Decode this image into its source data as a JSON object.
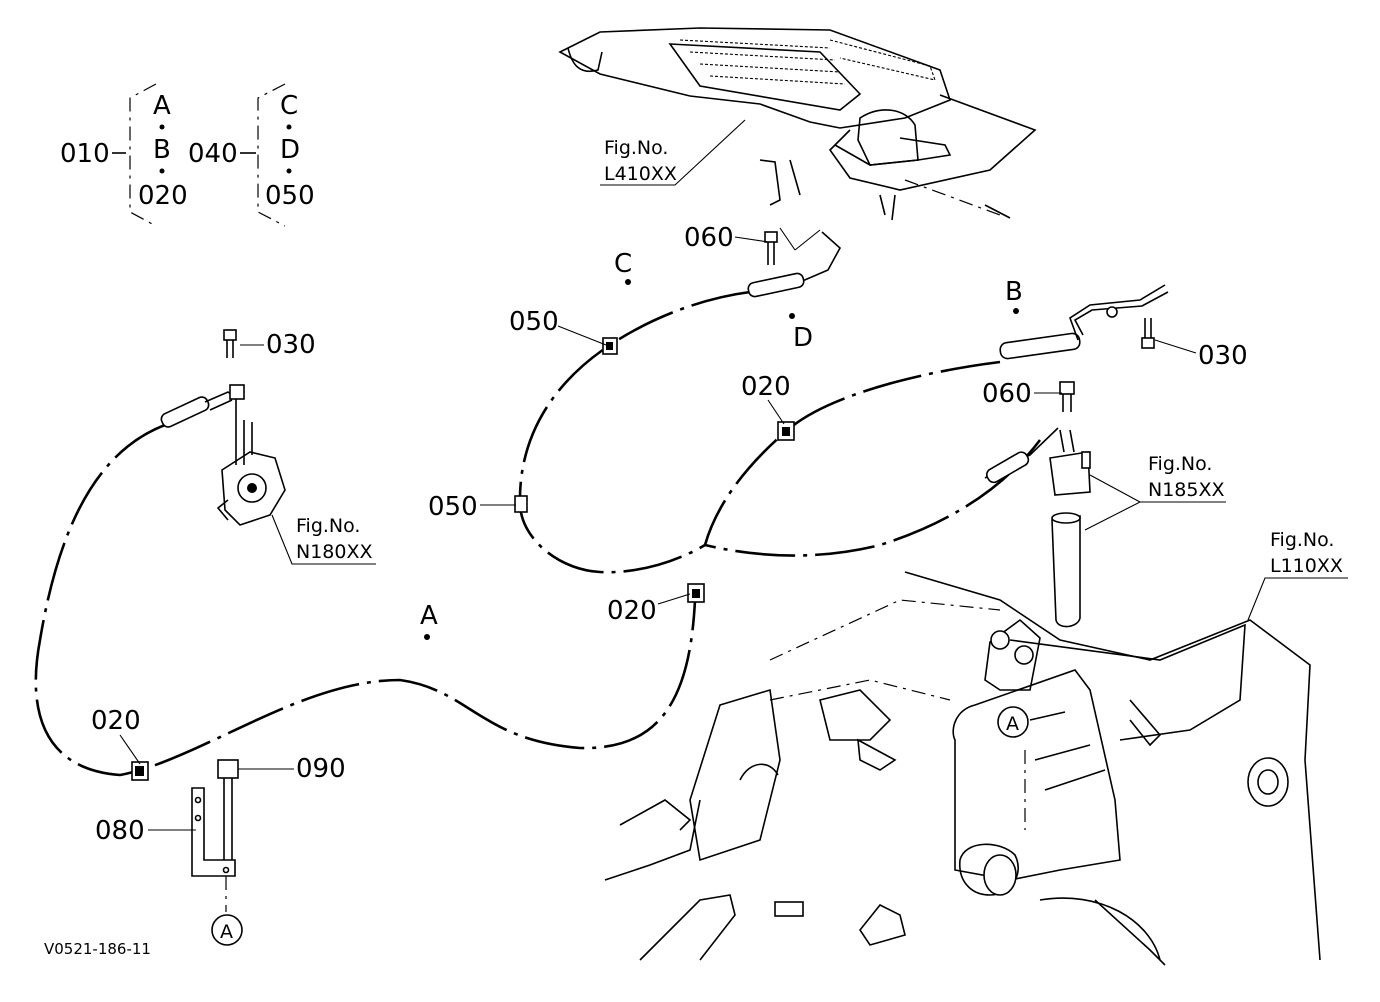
{
  "legend": {
    "group1": {
      "main": "010",
      "top": "A",
      "mid": "B",
      "sub": "020"
    },
    "group2": {
      "main": "040",
      "top": "C",
      "mid": "D",
      "sub": "050"
    }
  },
  "callouts": {
    "c030_left": "030",
    "c030_right": "030",
    "c060_top": "060",
    "c060_mid": "060",
    "c050_upper": "050",
    "c050_lower": "050",
    "c020_mid": "020",
    "c020_lower": "020",
    "c020_left": "020",
    "c090": "090",
    "c080": "080"
  },
  "cables": {
    "a": "A",
    "b": "B",
    "c": "C",
    "d": "D"
  },
  "circle_refs": {
    "frame": "A",
    "bracket": "A"
  },
  "fig_refs": {
    "l410": {
      "line1": "Fig.No.",
      "line2": "L410XX"
    },
    "n180": {
      "line1": "Fig.No.",
      "line2": "N180XX"
    },
    "n185": {
      "line1": "Fig.No.",
      "line2": "N185XX"
    },
    "l110": {
      "line1": "Fig.No.",
      "line2": "L110XX"
    }
  },
  "drawing_id": "V0521-186-11"
}
